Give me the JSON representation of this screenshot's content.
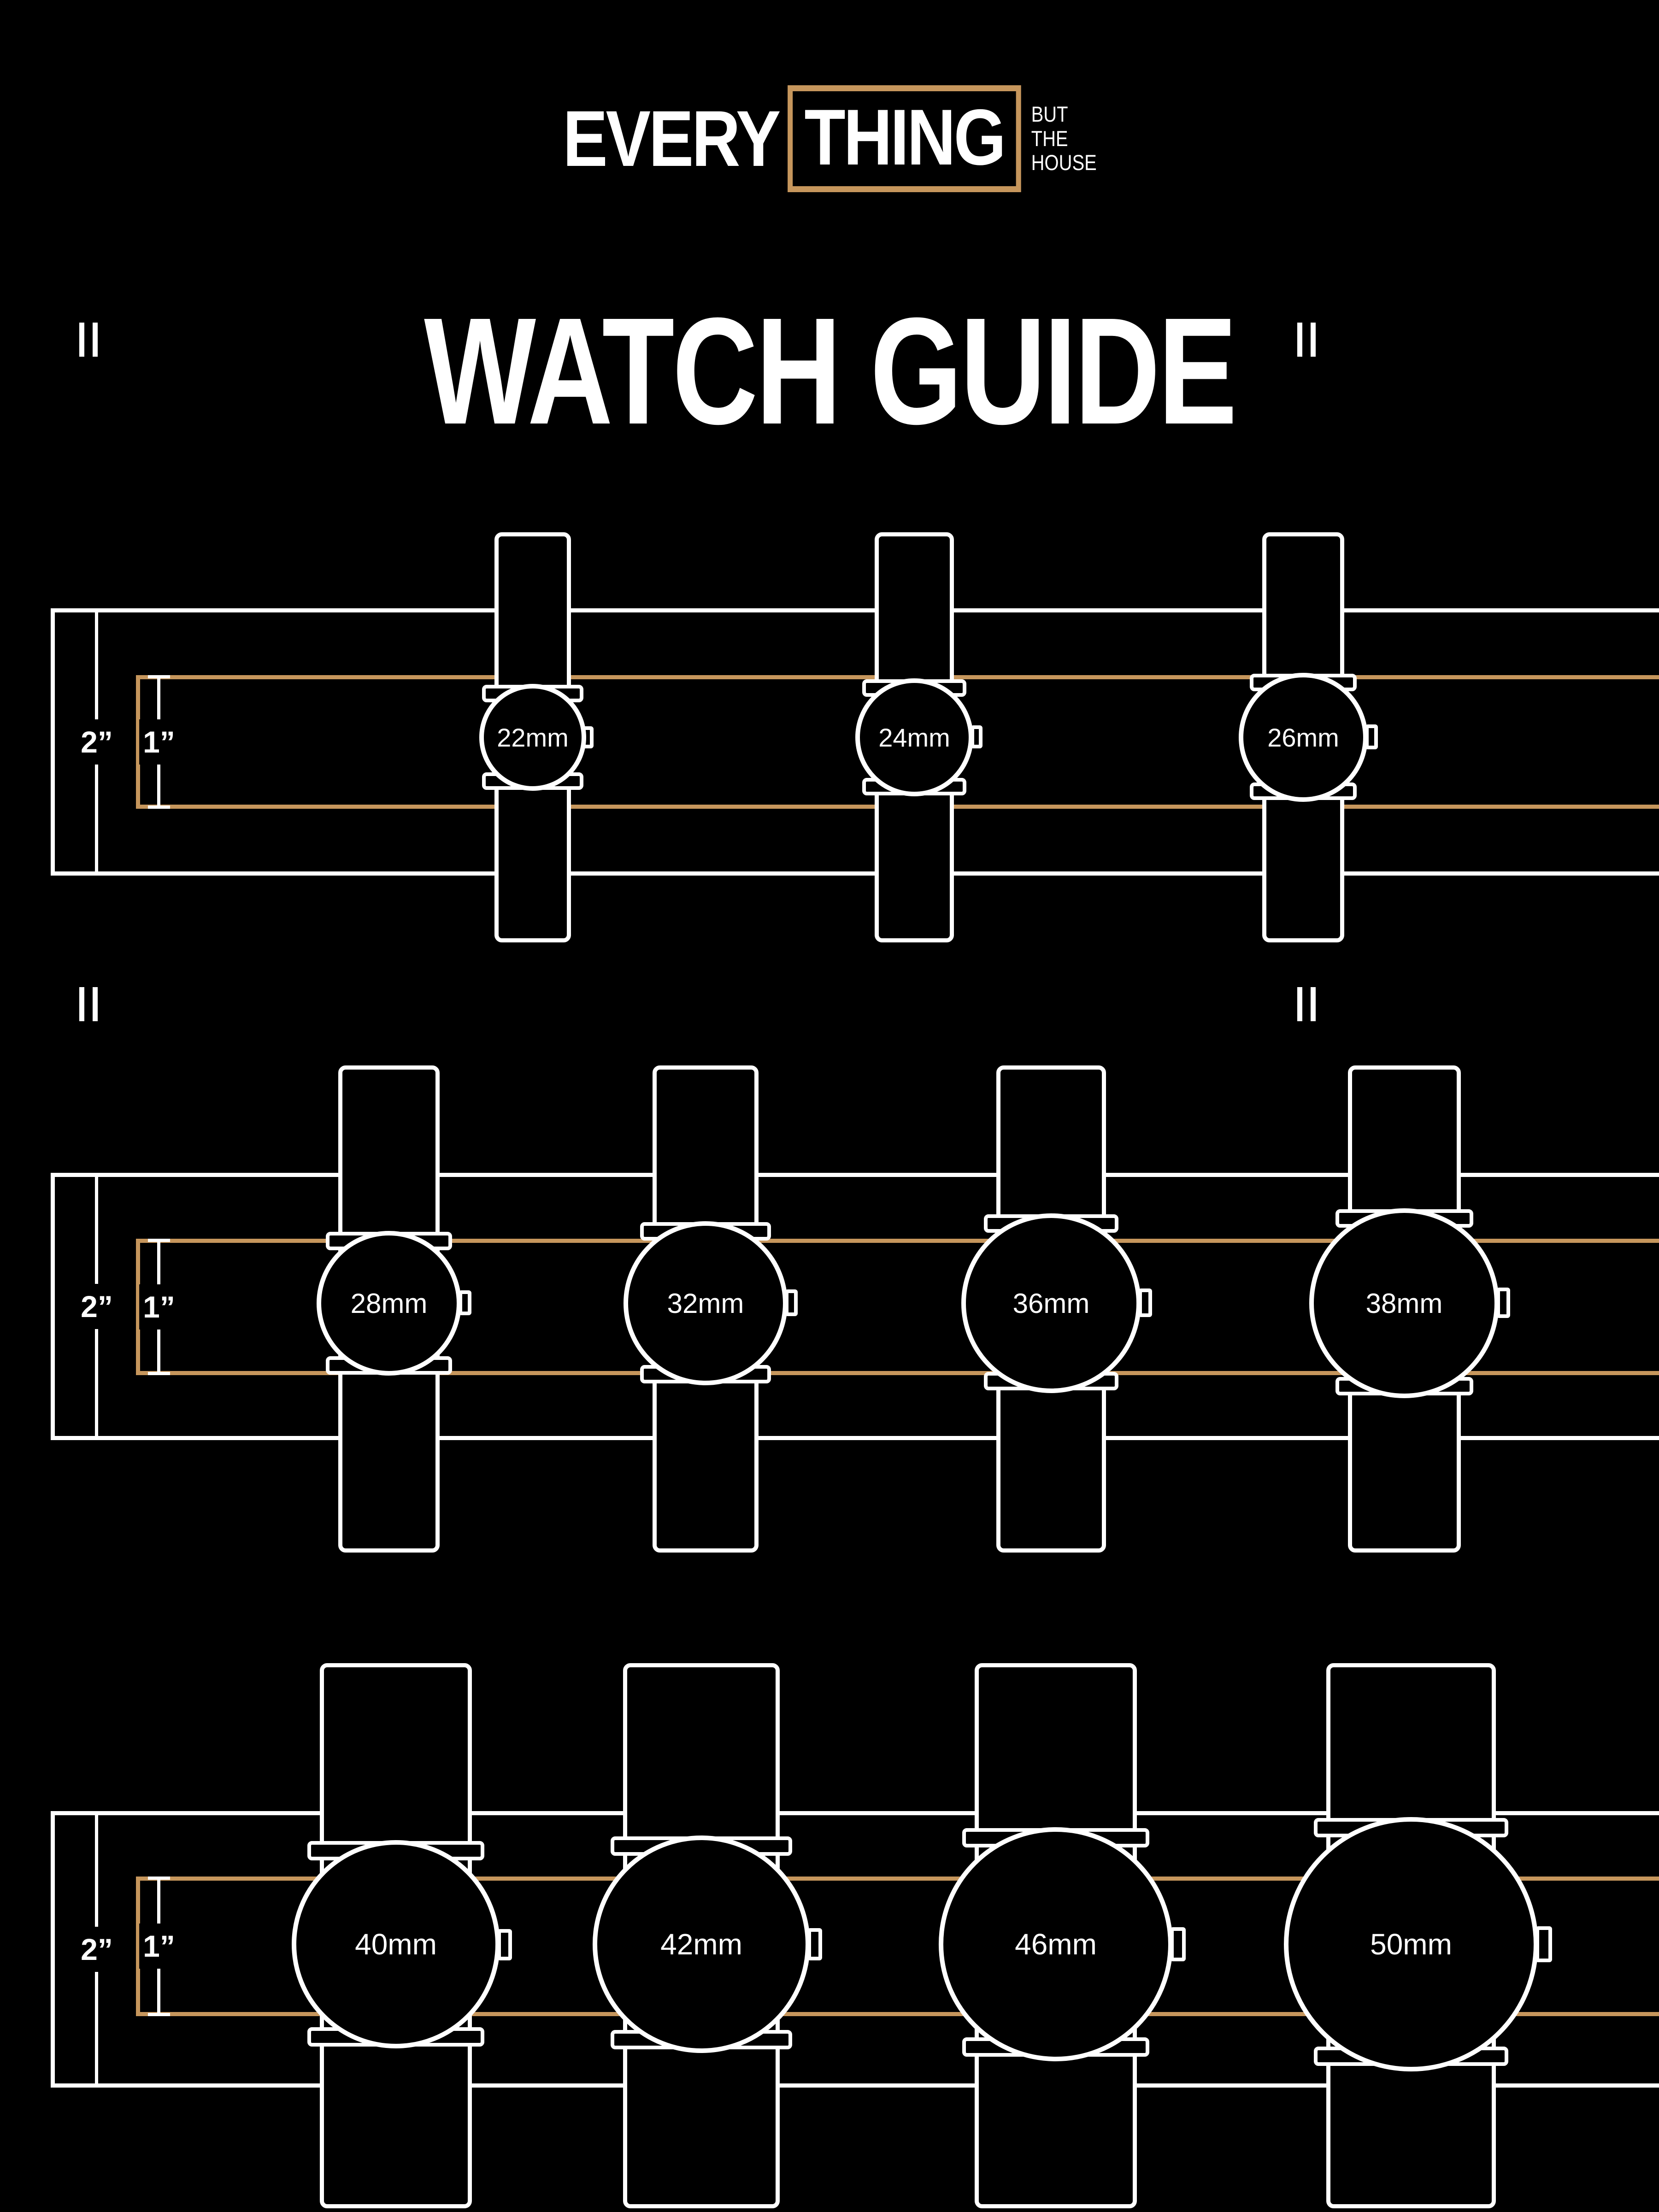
{
  "colors": {
    "background": "#000000",
    "line": "#FFFFFF",
    "accent": "#C6965C"
  },
  "logo": {
    "every": "EVERY",
    "thing": "THING",
    "tagline_lines": [
      "BUT",
      "THE",
      "HOUSE"
    ]
  },
  "title": "WATCH GUIDE",
  "measure_labels": {
    "outer": "2”",
    "inner": "1”"
  },
  "rows": [
    {
      "watches": [
        {
          "label": "22mm"
        },
        {
          "label": "24mm"
        },
        {
          "label": "26mm"
        }
      ]
    },
    {
      "watches": [
        {
          "label": "28mm"
        },
        {
          "label": "32mm"
        },
        {
          "label": "36mm"
        },
        {
          "label": "38mm"
        }
      ]
    },
    {
      "watches": [
        {
          "label": "40mm"
        },
        {
          "label": "42mm"
        },
        {
          "label": "46mm"
        },
        {
          "label": "50mm"
        }
      ]
    }
  ]
}
